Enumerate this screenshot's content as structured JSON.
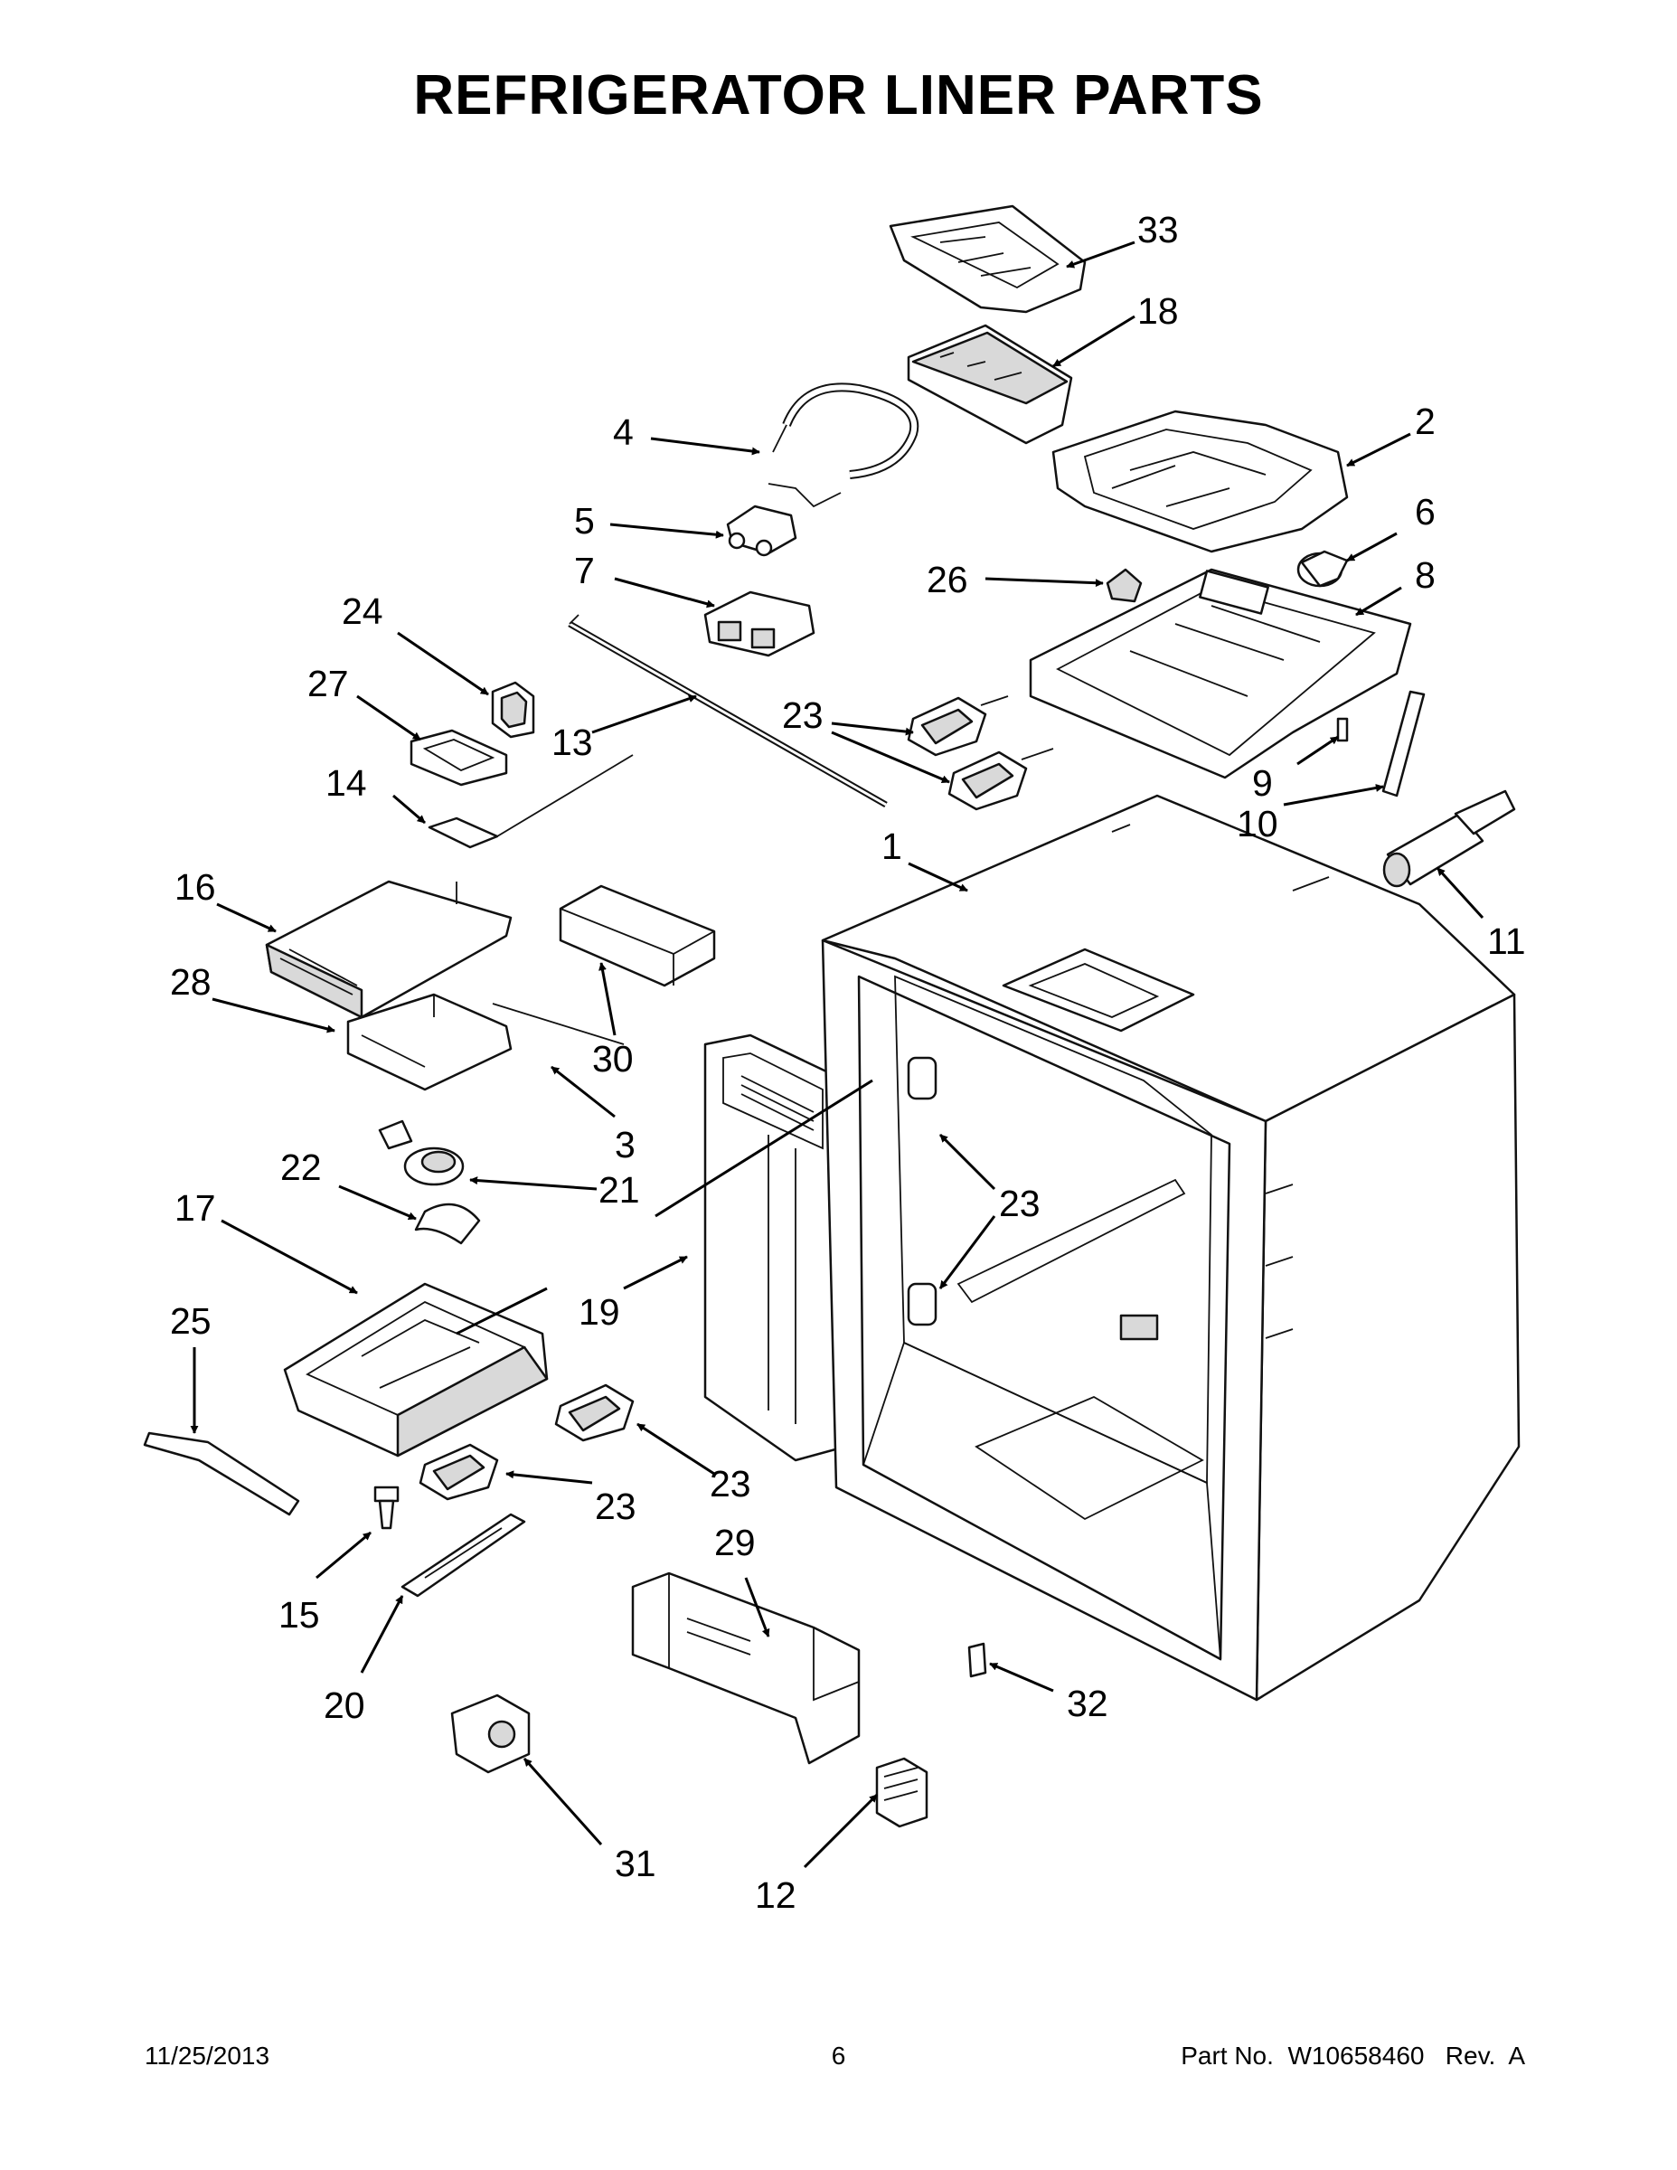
{
  "title": "REFRIGERATOR LINER PARTS",
  "callouts": {
    "c33": "33",
    "c18": "18",
    "c2": "2",
    "c4": "4",
    "c5": "5",
    "c6": "6",
    "c7": "7",
    "c8": "8",
    "c26": "26",
    "c24": "24",
    "c27": "27",
    "c13": "13",
    "c23a": "23",
    "c9": "9",
    "c10": "10",
    "c14": "14",
    "c1": "1",
    "c11": "11",
    "c16": "16",
    "c30": "30",
    "c28": "28",
    "c3": "3",
    "c22": "22",
    "c21": "21",
    "c23b": "23",
    "c17": "17",
    "c19": "19",
    "c25": "25",
    "c23c": "23",
    "c23d": "23",
    "c29": "29",
    "c15": "15",
    "c20": "20",
    "c32": "32",
    "c31": "31",
    "c12": "12"
  },
  "footer": {
    "date": "11/25/2013",
    "page": "6",
    "part": "Part No.  W10658460   Rev.  A"
  }
}
